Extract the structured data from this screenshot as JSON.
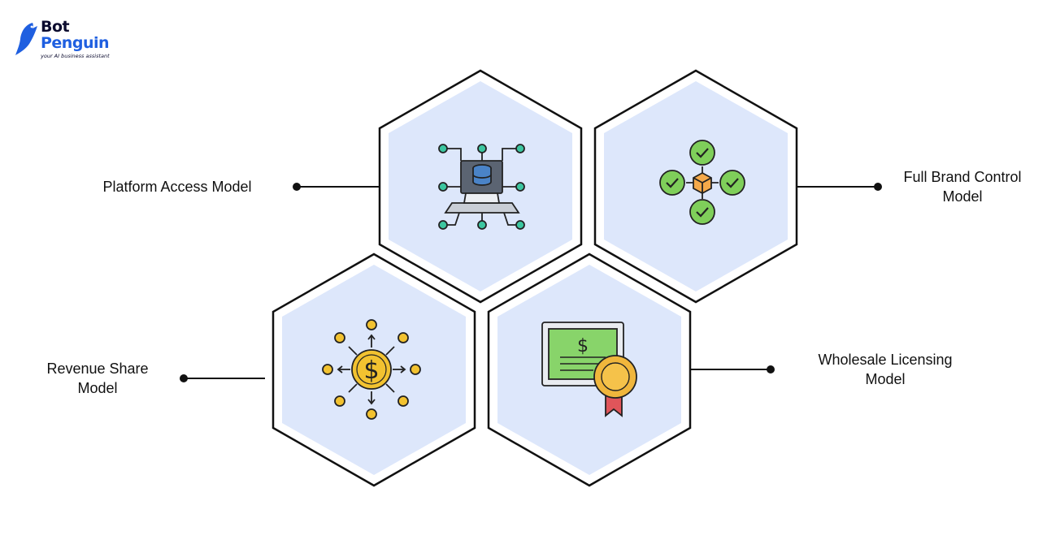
{
  "brand": {
    "name_line1": "Bot",
    "name_line2": "Penguin",
    "tagline": "your AI business assistant",
    "colors": {
      "dark": "#0b0b2e",
      "blue": "#1f5fe0"
    },
    "icon": "penguin-logo-icon"
  },
  "diagram": {
    "colors": {
      "hex_fill": "#dde7fb",
      "hex_stroke": "#111111",
      "connector": "#111111"
    },
    "models": [
      {
        "id": "platform",
        "label_lines": [
          "Platform Access Model"
        ],
        "icon": "laptop-network-icon"
      },
      {
        "id": "brand",
        "label_lines": [
          "Full Brand Control",
          "Model"
        ],
        "icon": "central-hub-checkmarks-icon"
      },
      {
        "id": "revenue",
        "label_lines": [
          "Revenue Share",
          "Model"
        ],
        "icon": "dollar-coin-distribution-icon"
      },
      {
        "id": "wholesale",
        "label_lines": [
          "Wholesale Licensing",
          "Model"
        ],
        "icon": "certificate-award-icon"
      }
    ]
  }
}
